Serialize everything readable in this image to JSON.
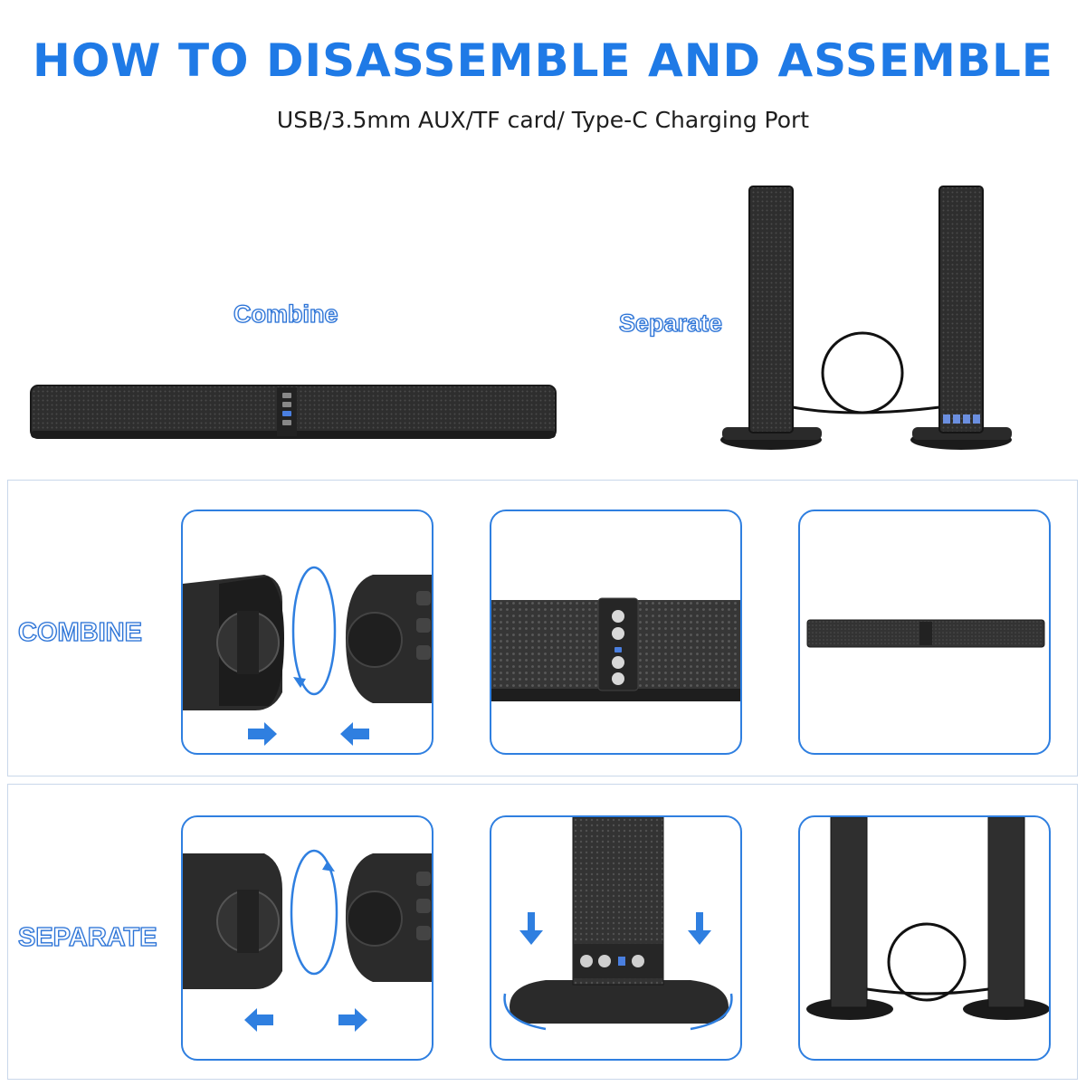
{
  "header": {
    "title": "HOW TO DISASSEMBLE AND ASSEMBLE",
    "subtitle": "USB/3.5mm AUX/TF card/ Type-C Charging Port"
  },
  "top_section": {
    "combine_label": "Combine",
    "separate_label": "Separate"
  },
  "rows": [
    {
      "label": "COMBINE"
    },
    {
      "label": "SEPARATE"
    }
  ],
  "colors": {
    "title_blue": "#1f7ae6",
    "accent_blue": "#2f7fe0",
    "speaker_dark": "#2b2b2b"
  },
  "icons": {
    "card_arrows": "arrow-icon",
    "rotation": "rotate-arrow-icon"
  }
}
